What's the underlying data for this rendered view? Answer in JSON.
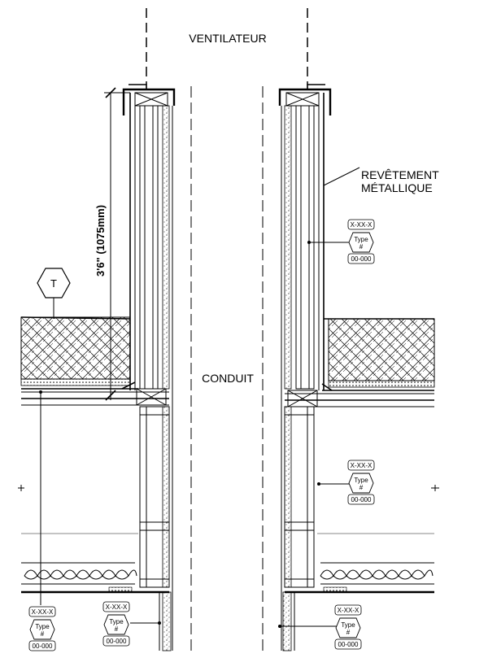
{
  "labels": {
    "ventilator": "VENTILATEUR",
    "duct": "CONDUIT",
    "cladding_line1": "REVÊTEMENT",
    "cladding_line2": "MÉTALLIQUE",
    "dimension": "3'6\" (1075mm)",
    "symbol_t": "T"
  },
  "tags": [
    {
      "ref": "X-XX-X",
      "type_line1": "Type",
      "type_line2": "#",
      "number": "00-000"
    },
    {
      "ref": "X-XX-X",
      "type_line1": "Type",
      "type_line2": "#",
      "number": "00-000"
    },
    {
      "ref": "X-XX-X",
      "type_line1": "Type",
      "type_line2": "#",
      "number": "00-000"
    },
    {
      "ref": "X-XX-X",
      "type_line1": "Type",
      "type_line2": "#",
      "number": "00-000"
    },
    {
      "ref": "X-XX-X",
      "type_line1": "Type",
      "type_line2": "#",
      "number": "00-000"
    }
  ]
}
